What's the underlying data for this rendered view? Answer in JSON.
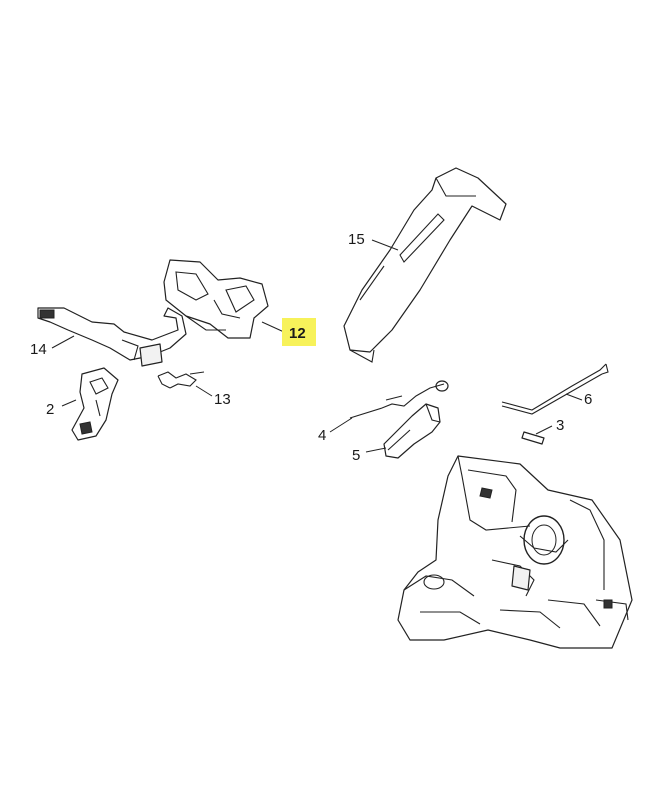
{
  "labels": {
    "p2": "2",
    "p3": "3",
    "p4": "4",
    "p5": "5",
    "p6": "6",
    "p12": "12",
    "p13": "13",
    "p14": "14",
    "p15": "15"
  },
  "highlight": {
    "part": "12",
    "color": "#f7f25a"
  },
  "colors": {
    "line": "#222222",
    "background": "#ffffff"
  }
}
